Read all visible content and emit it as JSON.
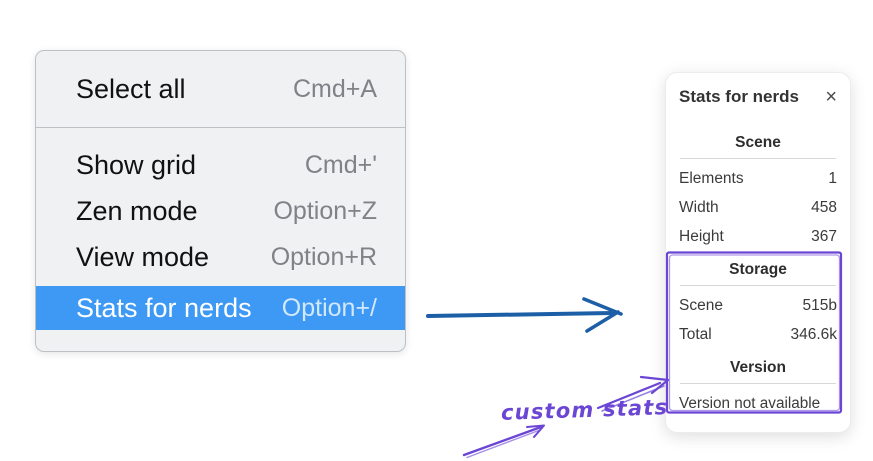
{
  "colors": {
    "menu-bg": "#f0f1f3",
    "menu-border": "#bcc1c6",
    "menu-text": "#111111",
    "menu-shortcut": "#7f8286",
    "highlight-bg": "#3d99f4",
    "highlight-text": "#ffffff",
    "highlight-shortcut": "#d2e8fd",
    "panel-text": "#3b3b3b",
    "panel-divider": "#d6d8da",
    "flow-arrow": "#1d5fa6",
    "annotation": "#6b46d4"
  },
  "context_menu": {
    "items": [
      {
        "label": "Select all",
        "shortcut": "Cmd+A",
        "highlighted": false
      },
      {
        "label": "Show grid",
        "shortcut": "Cmd+'",
        "highlighted": false
      },
      {
        "label": "Zen mode",
        "shortcut": "Option+Z",
        "highlighted": false
      },
      {
        "label": "View mode",
        "shortcut": "Option+R",
        "highlighted": false
      },
      {
        "label": "Stats for nerds",
        "shortcut": "Option+/",
        "highlighted": true
      }
    ]
  },
  "stats_panel": {
    "title": "Stats for nerds",
    "close_glyph": "×",
    "sections": [
      {
        "title": "Scene",
        "rows": [
          {
            "label": "Elements",
            "value": "1"
          },
          {
            "label": "Width",
            "value": "458"
          },
          {
            "label": "Height",
            "value": "367"
          }
        ]
      },
      {
        "title": "Storage",
        "rows": [
          {
            "label": "Scene",
            "value": "515b"
          },
          {
            "label": "Total",
            "value": "346.6k"
          }
        ]
      },
      {
        "title": "Version",
        "note": "Version not available"
      }
    ]
  },
  "annotation": {
    "label": "custom stats"
  }
}
